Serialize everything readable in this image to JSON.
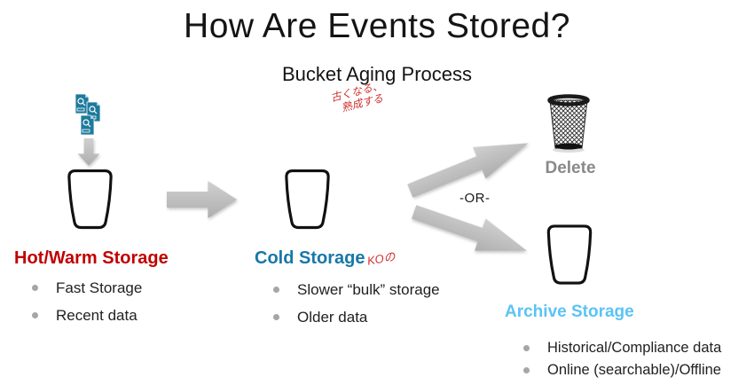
{
  "slide": {
    "title": "How Are Events Stored?",
    "subtitle": "Bucket Aging Process"
  },
  "annotations": {
    "aging_note_line1": "古くなる、",
    "aging_note_line2": "熟成する",
    "cold_note": "KOの",
    "or_label": "-OR-",
    "delete_label": "Delete"
  },
  "stages": {
    "hot": {
      "label": "Hot/Warm Storage",
      "color": "#c00000",
      "bullets": [
        "Fast Storage",
        "Recent data"
      ]
    },
    "cold": {
      "label": "Cold Storage",
      "color": "#1778a9",
      "bullets": [
        "Slower “bulk” storage",
        "Older data"
      ]
    },
    "archive": {
      "label": "Archive Storage",
      "color": "#5bc3f5",
      "bullets": [
        "Historical/Compliance data",
        "Online (searchable)/Offline"
      ]
    }
  },
  "icons": {
    "log_files": "log-files-icon",
    "hot_bucket": "bucket-icon",
    "cold_bucket": "bucket-icon",
    "archive_bucket": "bucket-icon",
    "delete_basket": "mesh-wastebasket-icon",
    "arrow_down": "flow-arrow-down-icon",
    "arrow_right": "flow-arrow-right-icon",
    "arrow_to_delete": "flow-arrow-up-right-icon",
    "arrow_to_archive": "flow-arrow-down-right-icon"
  },
  "colors": {
    "background": "#ffffff",
    "title_text": "#141414",
    "body_text": "#212121",
    "bullet_dot": "#a6a6a6",
    "arrow_gray": "#bdbdbd",
    "delete_text": "#898989",
    "handwriting_red": "#d03232",
    "doc_icon_teal": "#1e7a9c"
  }
}
